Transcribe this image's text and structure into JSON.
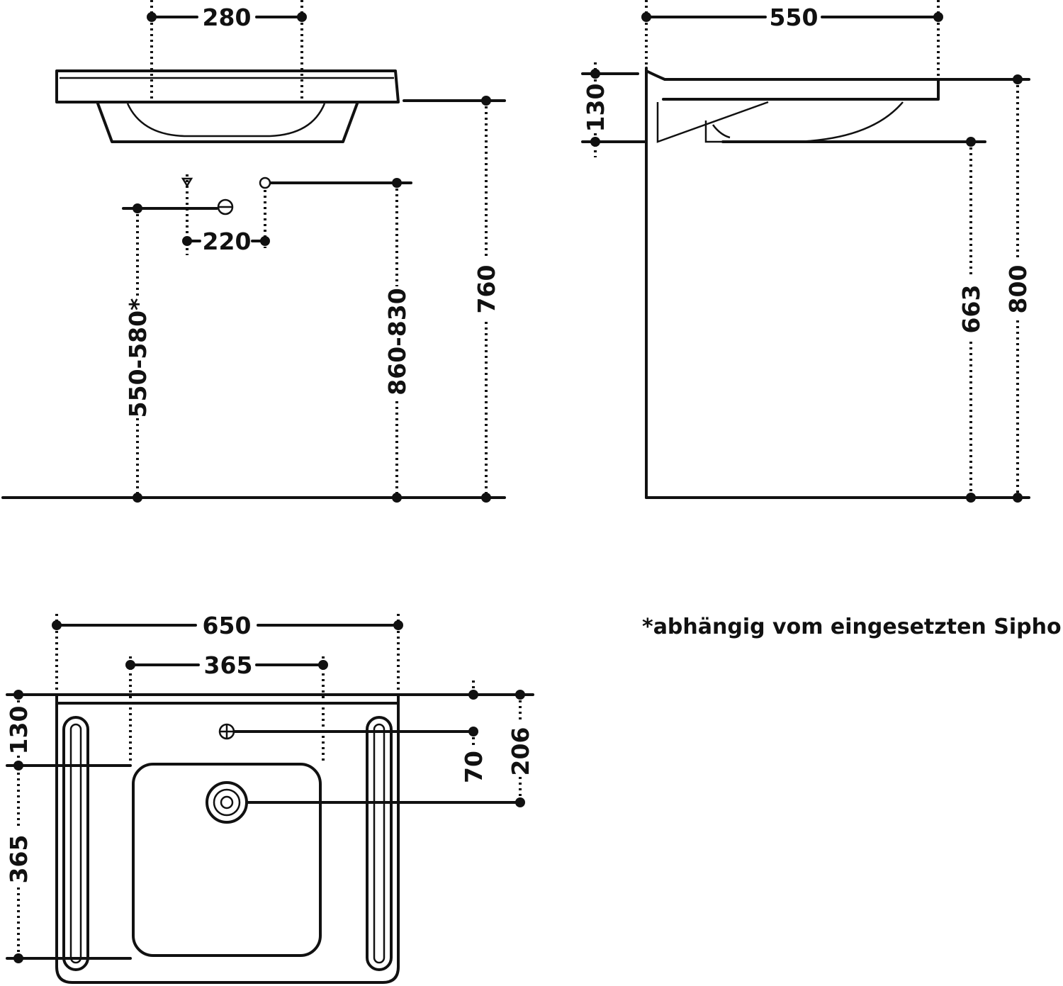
{
  "front_view": {
    "dim_top_width": "280",
    "dim_siphon_offset": "220",
    "dim_left_height": "550-580*",
    "dim_right_height": "860-830",
    "dim_total_height": "760"
  },
  "side_view": {
    "dim_depth": "550",
    "dim_thickness": "130",
    "dim_underside_height": "663",
    "dim_total_height": "800"
  },
  "plan_view": {
    "dim_width": "650",
    "dim_bowl_width": "365",
    "dim_back_depth": "130",
    "dim_bowl_depth": "365",
    "dim_tap_offset": "70",
    "dim_drain_offset": "206"
  },
  "footnote": "*abhängig vom eingesetzten Siphon"
}
